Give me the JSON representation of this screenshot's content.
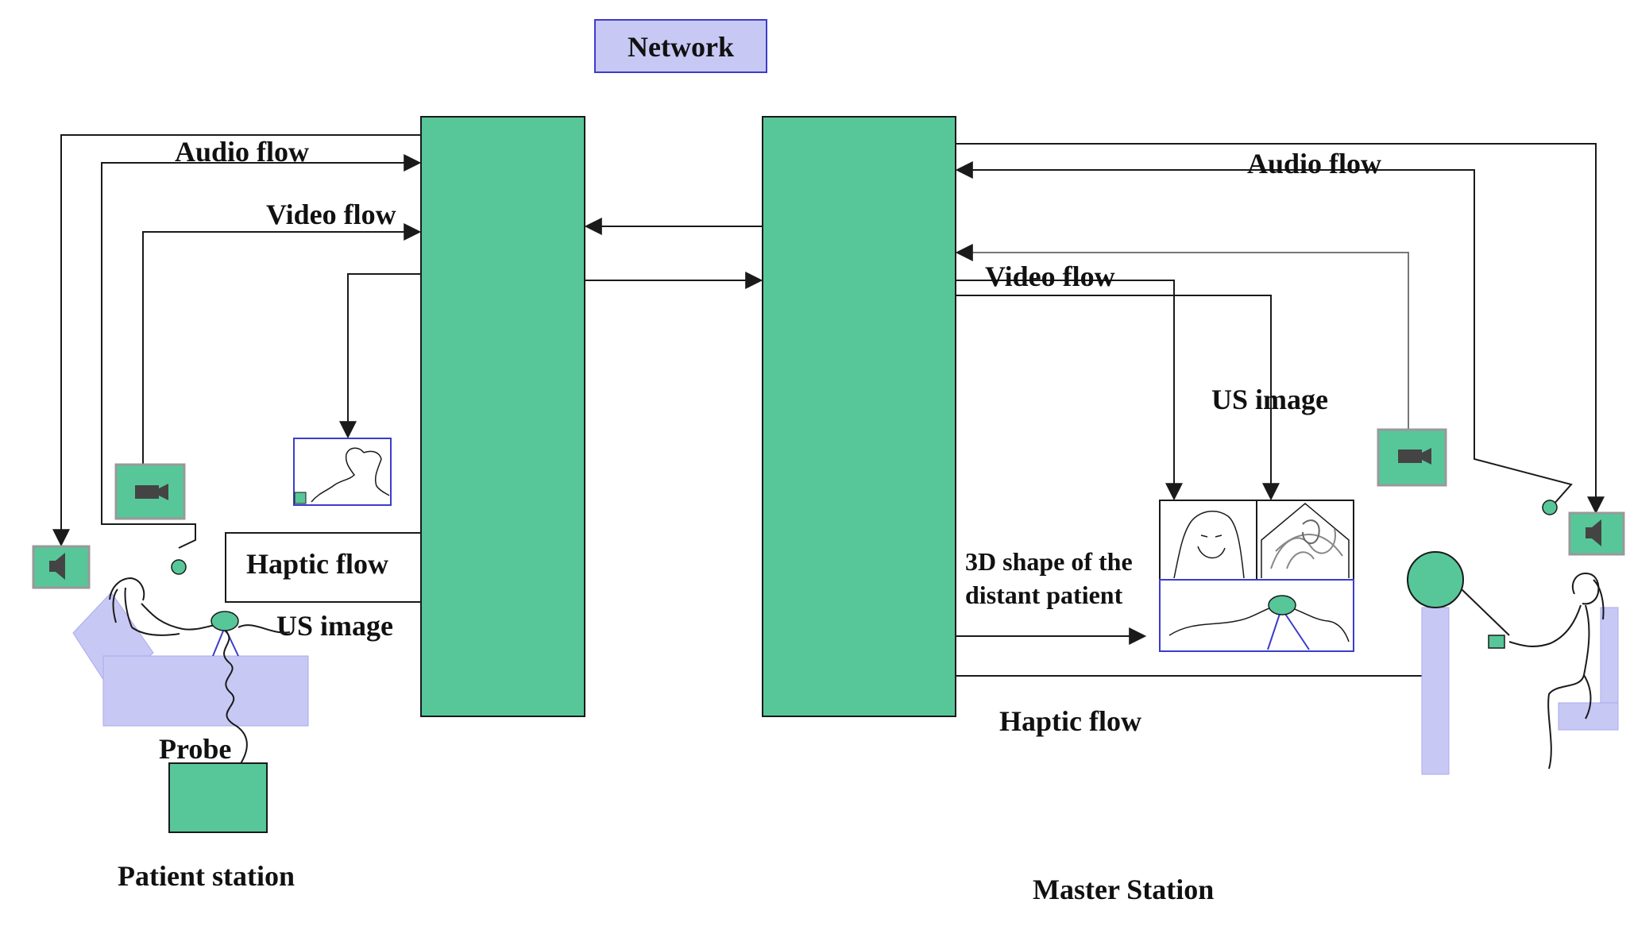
{
  "network": {
    "label": "Network"
  },
  "patient_side": {
    "audio_label": "Audio flow",
    "video_label": "Video flow",
    "haptic_label": "Haptic flow",
    "us_label": "US image",
    "probe_label": "Probe",
    "station_label": "Patient station"
  },
  "master_side": {
    "audio_label": "Audio flow",
    "video_label": "Video flow",
    "us_label": "US image",
    "shape_label_line1": "3D shape  of the",
    "shape_label_line2": "distant patient",
    "haptic_label": "Haptic flow",
    "station_label": "Master Station"
  },
  "colors": {
    "block": "#57c79a",
    "lilac": "#c8c8f5",
    "lilac_border": "#3c3ccc",
    "line": "#1a1a1a",
    "gray_line": "#777777"
  },
  "icons": [
    "speaker-icon",
    "camera-icon",
    "microphone-icon",
    "monitor-icon",
    "haptic-device-icon",
    "probe-icon"
  ]
}
